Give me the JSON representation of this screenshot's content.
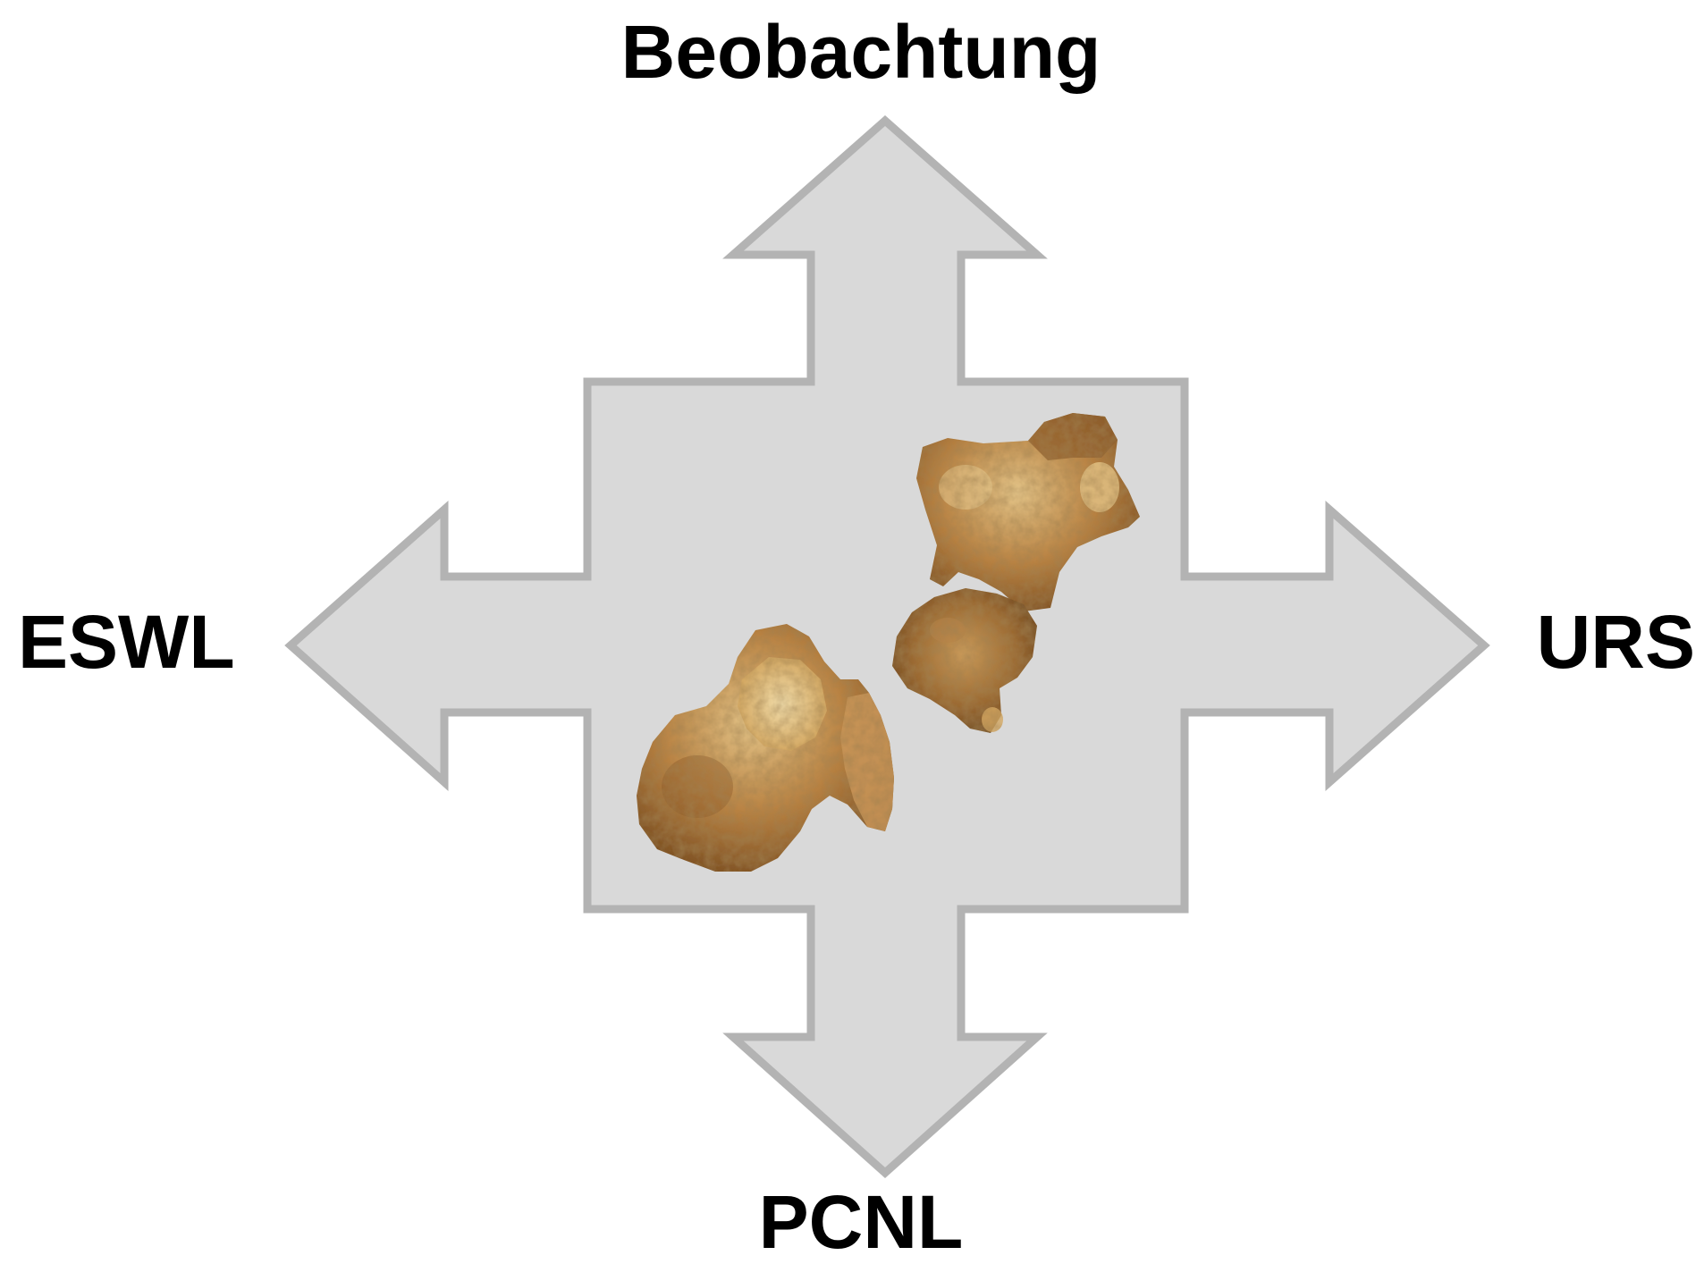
{
  "labels": {
    "top": "Beobachtung",
    "left": "ESWL",
    "right": "URS",
    "bottom": "PCNL"
  },
  "colors": {
    "arrow_fill": "#d9d9d9",
    "arrow_stroke": "#b3b3b3",
    "stone_base": "#a8733a",
    "stone_light": "#dcb878",
    "stone_dark": "#6b4520",
    "text": "#000000"
  }
}
